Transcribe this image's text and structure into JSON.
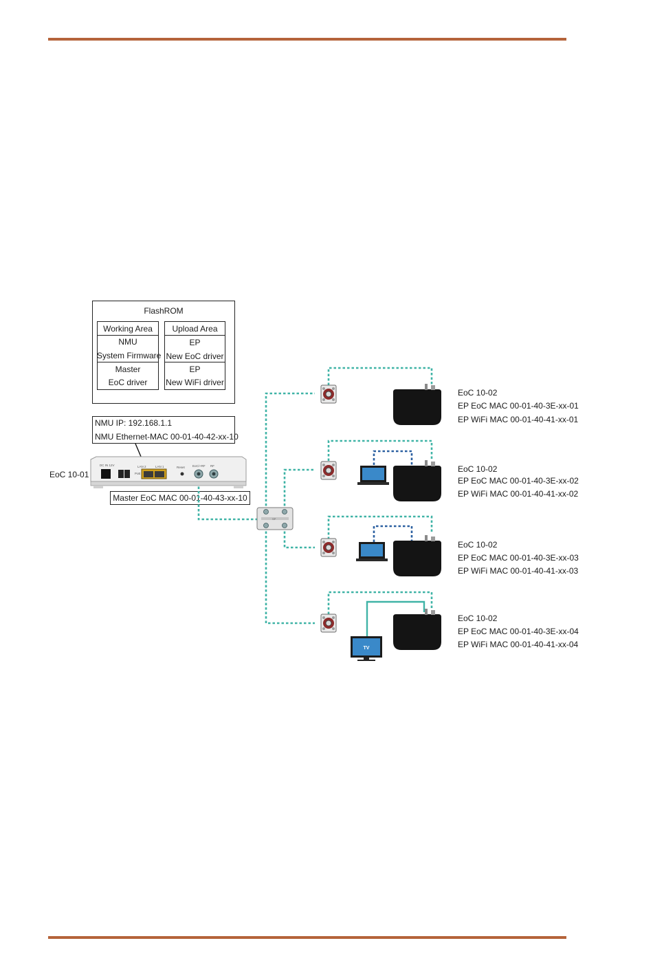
{
  "flashrom": {
    "title": "FlashROM",
    "working_area": {
      "header": "Working Area",
      "nmu_line1": "NMU",
      "nmu_line2": "System Firmware",
      "master_line1": "Master",
      "master_line2": "EoC driver"
    },
    "upload_area": {
      "header": "Upload Area",
      "ep1_line1": "EP",
      "ep1_line2": "New EoC driver",
      "ep2_line1": "EP",
      "ep2_line2": "New WiFi driver"
    }
  },
  "nmu": {
    "ip": "NMU IP: 192.168.1.1",
    "mac": "NMU Ethernet-MAC 00-01-40-42-xx-10"
  },
  "master": {
    "device_label": "EoC 10-01",
    "mac": "Master EoC MAC 00-01-40-43-xx-10",
    "port_labels": [
      "DC IN 12V",
      "LAN 2",
      "LAN 1",
      "PoE",
      "Reset",
      "EoC/+RF",
      "RF"
    ]
  },
  "splitter": {
    "label": "SP"
  },
  "endpoints": [
    {
      "model": "EoC 10-02",
      "eoc_mac": "EP EoC MAC 00-01-40-3E-xx-01",
      "wifi_mac": "EP WiFi MAC 00-01-40-41-xx-01",
      "client": "none"
    },
    {
      "model": "EoC 10-02",
      "eoc_mac": "EP EoC MAC 00-01-40-3E-xx-02",
      "wifi_mac": "EP WiFi MAC 00-01-40-41-xx-02",
      "client": "laptop"
    },
    {
      "model": "EoC 10-02",
      "eoc_mac": "EP EoC MAC 00-01-40-3E-xx-03",
      "wifi_mac": "EP WiFi MAC 00-01-40-41-xx-03",
      "client": "laptop"
    },
    {
      "model": "EoC 10-02",
      "eoc_mac": "EP EoC MAC 00-01-40-3E-xx-04",
      "wifi_mac": "EP WiFi MAC 00-01-40-41-xx-04",
      "client": "tv"
    }
  ],
  "tv_label": "TV",
  "colors": {
    "accent_rule": "#b5633a",
    "coax_line": "#3fb3a6",
    "lan_line": "#2a5fa0",
    "device_body": "#141414"
  }
}
